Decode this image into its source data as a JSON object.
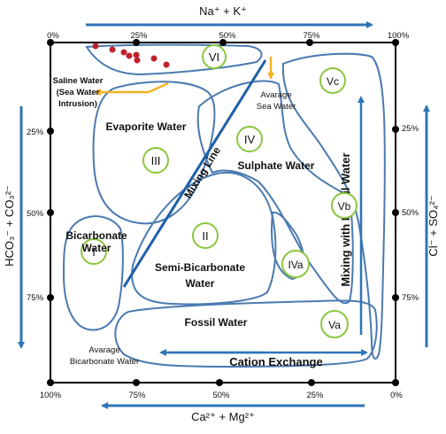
{
  "axes": {
    "top": {
      "label": "Na⁺ + K⁺",
      "ticks": [
        "0%",
        "25%",
        "50%",
        "75%",
        "100%"
      ]
    },
    "bottom": {
      "label": "Ca²⁺ + Mg²⁺",
      "ticks": [
        "100%",
        "75%",
        "50%",
        "25%",
        "0%"
      ]
    },
    "left": {
      "label": "HCO₃⁻ + CO₃²⁻",
      "ticks": [
        "25%",
        "50%",
        "75%"
      ]
    },
    "right": {
      "label": "Cl⁻ + SO₄²⁻",
      "ticks": [
        "25%",
        "50%",
        "75%"
      ]
    }
  },
  "regions": [
    {
      "id": "I",
      "name": "Bicarbonate Water"
    },
    {
      "id": "II",
      "name": "Semi-Bicarbonate Water"
    },
    {
      "id": "III",
      "name": "Evaporite Water"
    },
    {
      "id": "IV",
      "name": "Sulphate Water"
    },
    {
      "id": "IVa",
      "name": ""
    },
    {
      "id": "Va",
      "name": "Fossil Water"
    },
    {
      "id": "Vb",
      "name": ""
    },
    {
      "id": "Vc",
      "name": ""
    },
    {
      "id": "VI",
      "name": ""
    }
  ],
  "annotations": {
    "saline_water": [
      "Saline Water",
      "(Sea Water",
      "Intrusion)"
    ],
    "average_sea_water": [
      "Avarage",
      "Sea Water"
    ],
    "average_bicarbonate_water": [
      "Avarage",
      "Bicarbonate Water"
    ],
    "mixing_line": "Mixing Line",
    "cation_exchange": "Cation Exchange",
    "mixing_with_fossil_water": "Mixing with Fossil Water"
  },
  "colors": {
    "outline": "#4a7ab0",
    "arrow": "#2e75b6",
    "mixing_line": "#1f5fa8",
    "circle": "#8cc63f",
    "dots": "#c0202a",
    "yellow_arrow": "#f0b323",
    "frame": "#000000"
  }
}
